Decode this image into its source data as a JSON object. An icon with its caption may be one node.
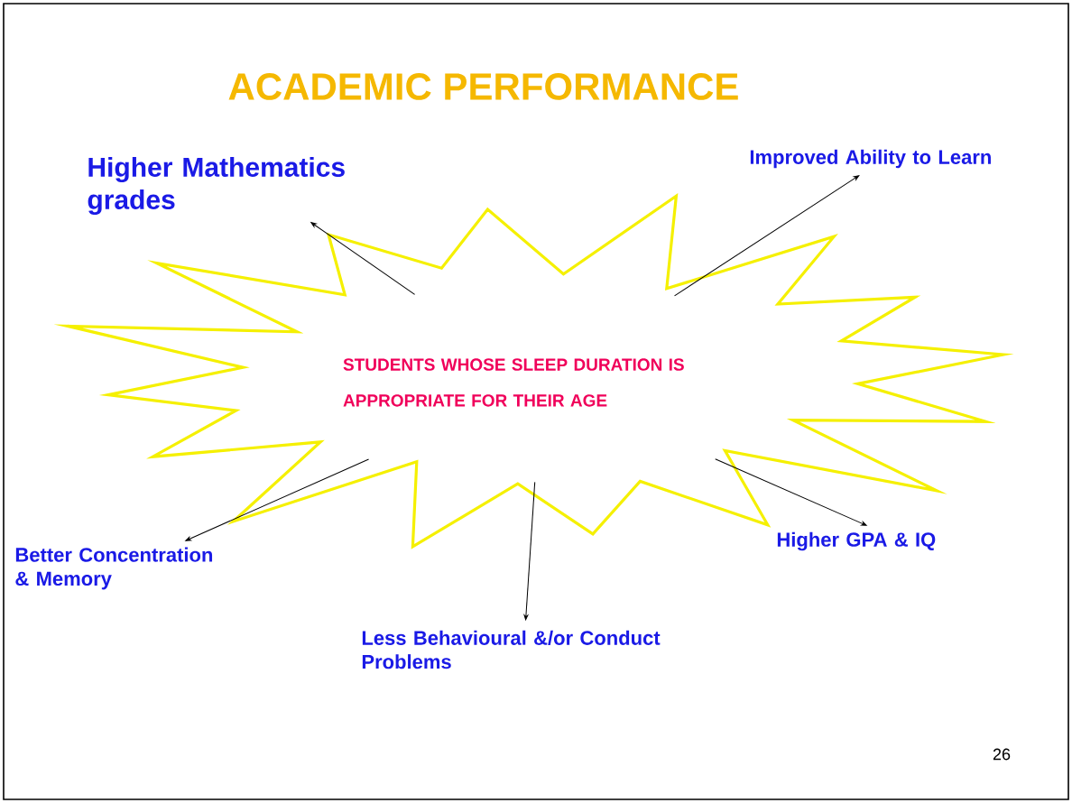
{
  "diagram": {
    "title": "ACADEMIC PERFORMANCE",
    "nodes": [
      {
        "text": [
          "STUDENTS WHOSE SLEEP DURATION IS APPROPRIATE FOR THEIR AGE"
        ]
      },
      {
        "text": [
          "Higher Mathematics grades"
        ]
      },
      {
        "text": [
          "Improved Ability to Learn"
        ]
      },
      {
        "text": [
          "Better Concentration & Memory"
        ]
      },
      {
        "text": [
          "Less Behavioural &/or Conduct Problems"
        ]
      },
      {
        "text": [
          "Higher GPA & IQ"
        ]
      }
    ],
    "edges": [
      {
        "from": 0,
        "to": 1,
        "arrow": "to"
      },
      {
        "from": 0,
        "to": 2,
        "arrow": "to"
      },
      {
        "from": 0,
        "to": 3,
        "arrow": "to"
      },
      {
        "from": 0,
        "to": 4,
        "arrow": "to"
      },
      {
        "from": 0,
        "to": 5,
        "arrow": "to"
      }
    ],
    "labels": [
      "26"
    ]
  }
}
